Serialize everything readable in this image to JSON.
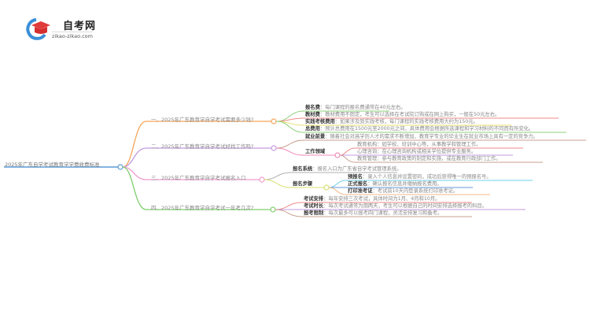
{
  "logo": {
    "title": "自考网",
    "subtitle": "zikao-zikao.com",
    "icon": "graduation-cap-icon"
  },
  "root": {
    "label": "2025年广东自学考试教育学学费收费标准"
  },
  "branches": [
    {
      "label": "一、2025年广东教育学自学考试需要多少钱?",
      "color": "#f5a55a",
      "items": [
        {
          "key": "报名费",
          "text": "每门课程的报名费通常在40元左右。",
          "color": "#8fd07a"
        },
        {
          "key": "教材费",
          "text": "教材费用不固定，考生可以选择在考试院订购或在网上购买，一般在50元左右。",
          "color": "#f08a8a"
        },
        {
          "key": "实践考核费用",
          "text": "如果涉及到实践考核，每门课程的实践考核费用大约为150元。",
          "color": "#e5e070"
        },
        {
          "key": "总费用",
          "text": "预计总费用在1500元至2000元之间，具体费用会根据所选课程和学习材料的不同而有所变化。",
          "color": "#8fd07a"
        }
      ]
    },
    {
      "label": "二、2025年广东教育学自学考试好找工作吗?",
      "color": "#c39be0",
      "items": [
        {
          "key": "就业前景",
          "text": "随着社会对高学历人才的需求不断增加，教育学专业的毕业生在就业市场上具有一定的竞争力。",
          "color": "#c8a090"
        },
        {
          "key": "工作领域",
          "color": "#f08ab8",
          "children": [
            {
              "text": "教育机构：如学校、培训中心等，从事教学和管理工作。",
              "color": "#f08a8a"
            },
            {
              "text": "心理咨询：在心理咨询机构或相关学位提供专业服务。",
              "color": "#c39be0"
            },
            {
              "text": "教育管理：参与教育政策的制定和实施，或在教育行政部门工作。",
              "color": "#c8a090"
            }
          ]
        }
      ]
    },
    {
      "label": "三、2025年广东教育学自学考试报名入口",
      "color": "#f09ad0",
      "items": [
        {
          "key": "报名系统",
          "text": "报名入口为广东省自学考试管理系统。",
          "color": "#b0b0b0"
        },
        {
          "key": "报名步骤",
          "color": "#d8e070",
          "children": [
            {
              "key": "预报名",
              "text": "录入个人信息并设置密码，成功后获得唯一的预报名号。",
              "color": "#6fd0e8"
            },
            {
              "key": "正式报名",
              "text": "确认报名信息并缴纳报名费用。",
              "color": "#6a9ad8"
            },
            {
              "key": "打印准考证",
              "text": "考试前10天内登录系统打印准考证。",
              "color": "#f5b888"
            }
          ]
        }
      ]
    },
    {
      "label": "四、2025年广东教育学自学考试一年考几次?",
      "color": "#7fcf6f",
      "items": [
        {
          "key": "考试安排",
          "text": "每年安排三次考试，具体时间为1月、4月和10月。",
          "color": "#f08a8a"
        },
        {
          "key": "考试时长",
          "text": "每次考试通常为期两天，考生可以根据自己的时间安排选择报考的科目。",
          "color": "#c39be0"
        },
        {
          "key": "报考限制",
          "text": "每次最多可以报考四门课程，灵活安排复习和备考。",
          "color": "#c8a090"
        }
      ]
    }
  ]
}
